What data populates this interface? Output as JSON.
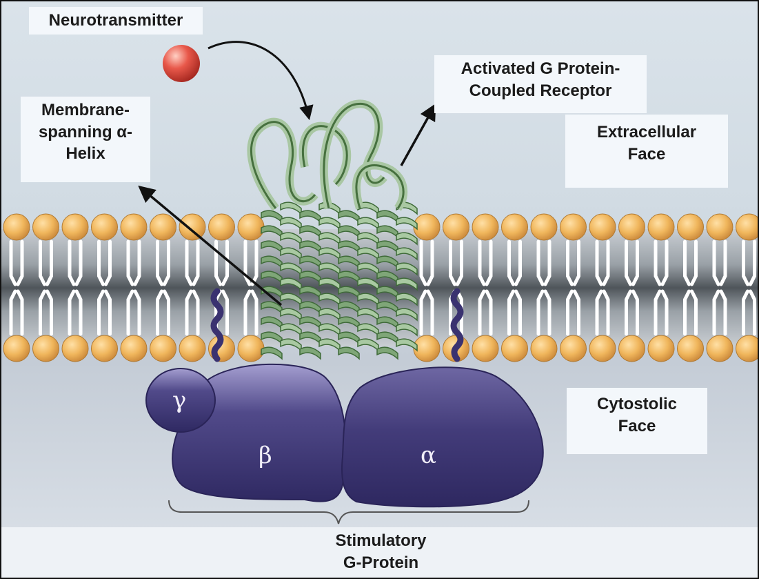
{
  "labels": {
    "neurotransmitter": "Neurotransmitter",
    "receptor": [
      "Activated G Protein-",
      "Coupled Receptor"
    ],
    "helix": [
      "Membrane-",
      "spanning α-",
      "Helix"
    ],
    "extracellular": [
      "Extracellular",
      "Face"
    ],
    "cytostolic": [
      "Cytostolic",
      "Face"
    ],
    "gprotein": [
      "Stimulatory",
      "G-Protein"
    ]
  },
  "subunits": {
    "gamma": "γ",
    "beta": "β",
    "alpha": "α"
  },
  "colors": {
    "background": "#d3dde6",
    "membrane_core": "#4f555a",
    "lipid_head": "#e6ae52",
    "helix": "#9ab894",
    "helix_dark": "#46703f",
    "g_protein": "#3c3570",
    "neurotransmitter": "#d8473a"
  }
}
